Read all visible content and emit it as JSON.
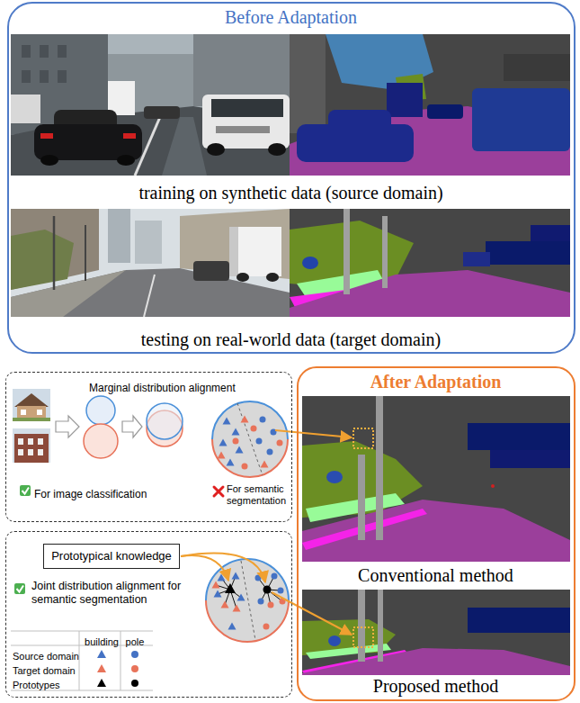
{
  "diagram": {
    "nodes": [
      {
        "text": [
          "Before Adaptation",
          "training on synthetic data (source domain)",
          "testing on real-world data (target domain)"
        ]
      },
      {
        "text": [
          "Marginal distribution alignment",
          "For image classification",
          "For semantic segmentation"
        ]
      },
      {
        "text": [
          "Joint distribution alignment for semantic segmentation"
        ]
      },
      {
        "text": [
          "Prototypical knowledge"
        ],
        "in": 2
      },
      {
        "text": [
          "After Adaptation",
          "Conventional method",
          "Proposed method"
        ]
      }
    ],
    "labels": [
      "building",
      "pole"
    ],
    "legend": [
      {
        "text": "Source domain"
      },
      {
        "text": "Target domain"
      },
      {
        "text": "Prototypes"
      }
    ]
  }
}
